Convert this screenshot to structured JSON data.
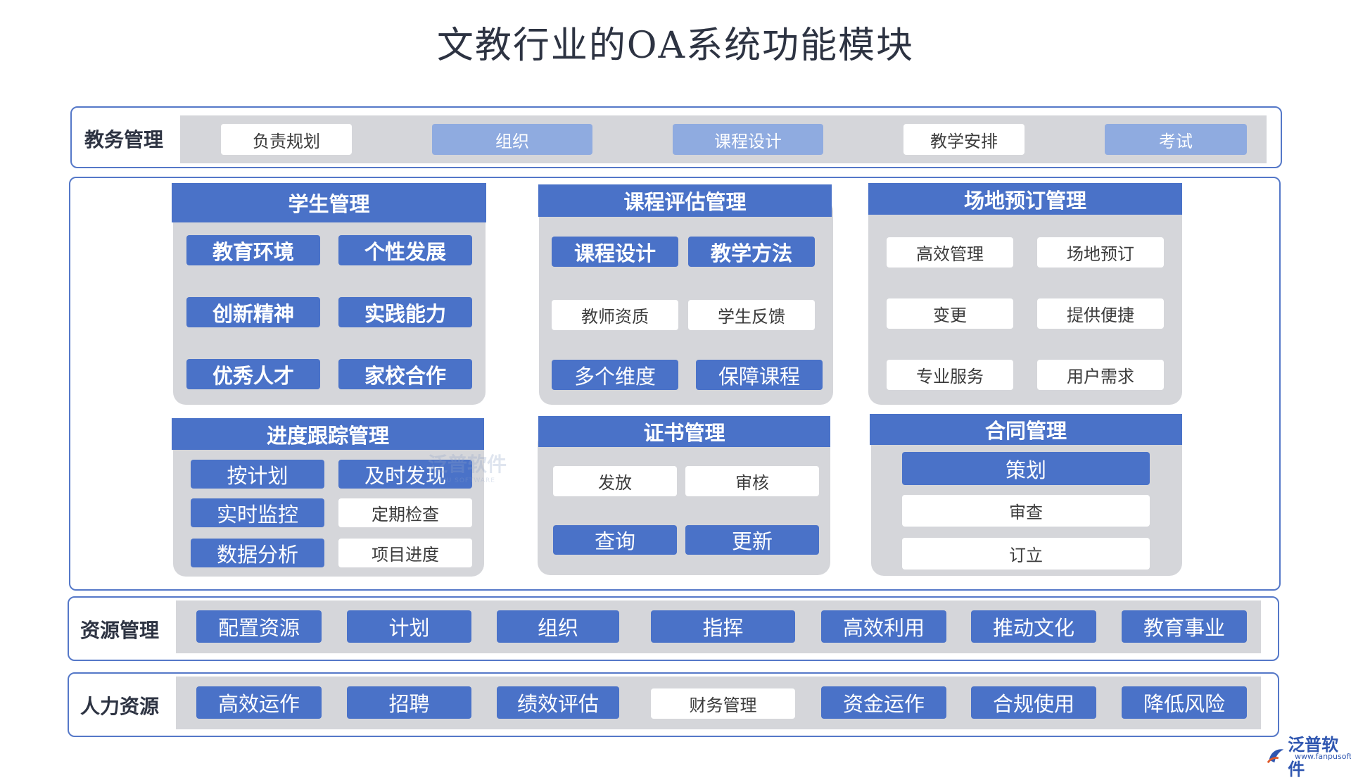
{
  "title": "文教行业的OA系统功能模块",
  "rows": {
    "academic": {
      "label": "教务管理",
      "items": [
        "负责规划",
        "组织",
        "课程设计",
        "教学安排",
        "考试"
      ]
    },
    "resources": {
      "label": "资源管理",
      "items": [
        "配置资源",
        "计划",
        "组织",
        "指挥",
        "高效利用",
        "推动文化",
        "教育事业"
      ]
    },
    "hr": {
      "label": "人力资源",
      "items": [
        "高效运作",
        "招聘",
        "绩效评估",
        "财务管理",
        "资金运作",
        "合规使用",
        "降低风险"
      ]
    }
  },
  "panels": {
    "student": {
      "title": "学生管理",
      "items": [
        "教育环境",
        "个性发展",
        "创新精神",
        "实践能力",
        "优秀人才",
        "家校合作"
      ]
    },
    "course_eval": {
      "title": "课程评估管理",
      "items": [
        "课程设计",
        "教学方法",
        "教师资质",
        "学生反馈",
        "多个维度",
        "保障课程"
      ]
    },
    "venue": {
      "title": "场地预订管理",
      "items": [
        "高效管理",
        "场地预订",
        "变更",
        "提供便捷",
        "专业服务",
        "用户需求"
      ]
    },
    "progress": {
      "title": "进度跟踪管理",
      "items": [
        "按计划",
        "及时发现",
        "实时监控",
        "定期检查",
        "数据分析",
        "项目进度"
      ]
    },
    "certificate": {
      "title": "证书管理",
      "items": [
        "发放",
        "审核",
        "查询",
        "更新"
      ]
    },
    "contract": {
      "title": "合同管理",
      "items": [
        "策划",
        "审查",
        "订立"
      ]
    }
  },
  "watermark": {
    "name": "泛普软件",
    "sub": "FANPU SOFTWARE"
  },
  "logo": {
    "name": "泛普软件",
    "url": "www.fanpusoft.com",
    "icon": "fanpu-logo-icon"
  },
  "colors": {
    "accent": "#4a72c8",
    "light_accent": "#8fabe0",
    "frame": "#5578c8",
    "tray": "#d5d6da"
  }
}
